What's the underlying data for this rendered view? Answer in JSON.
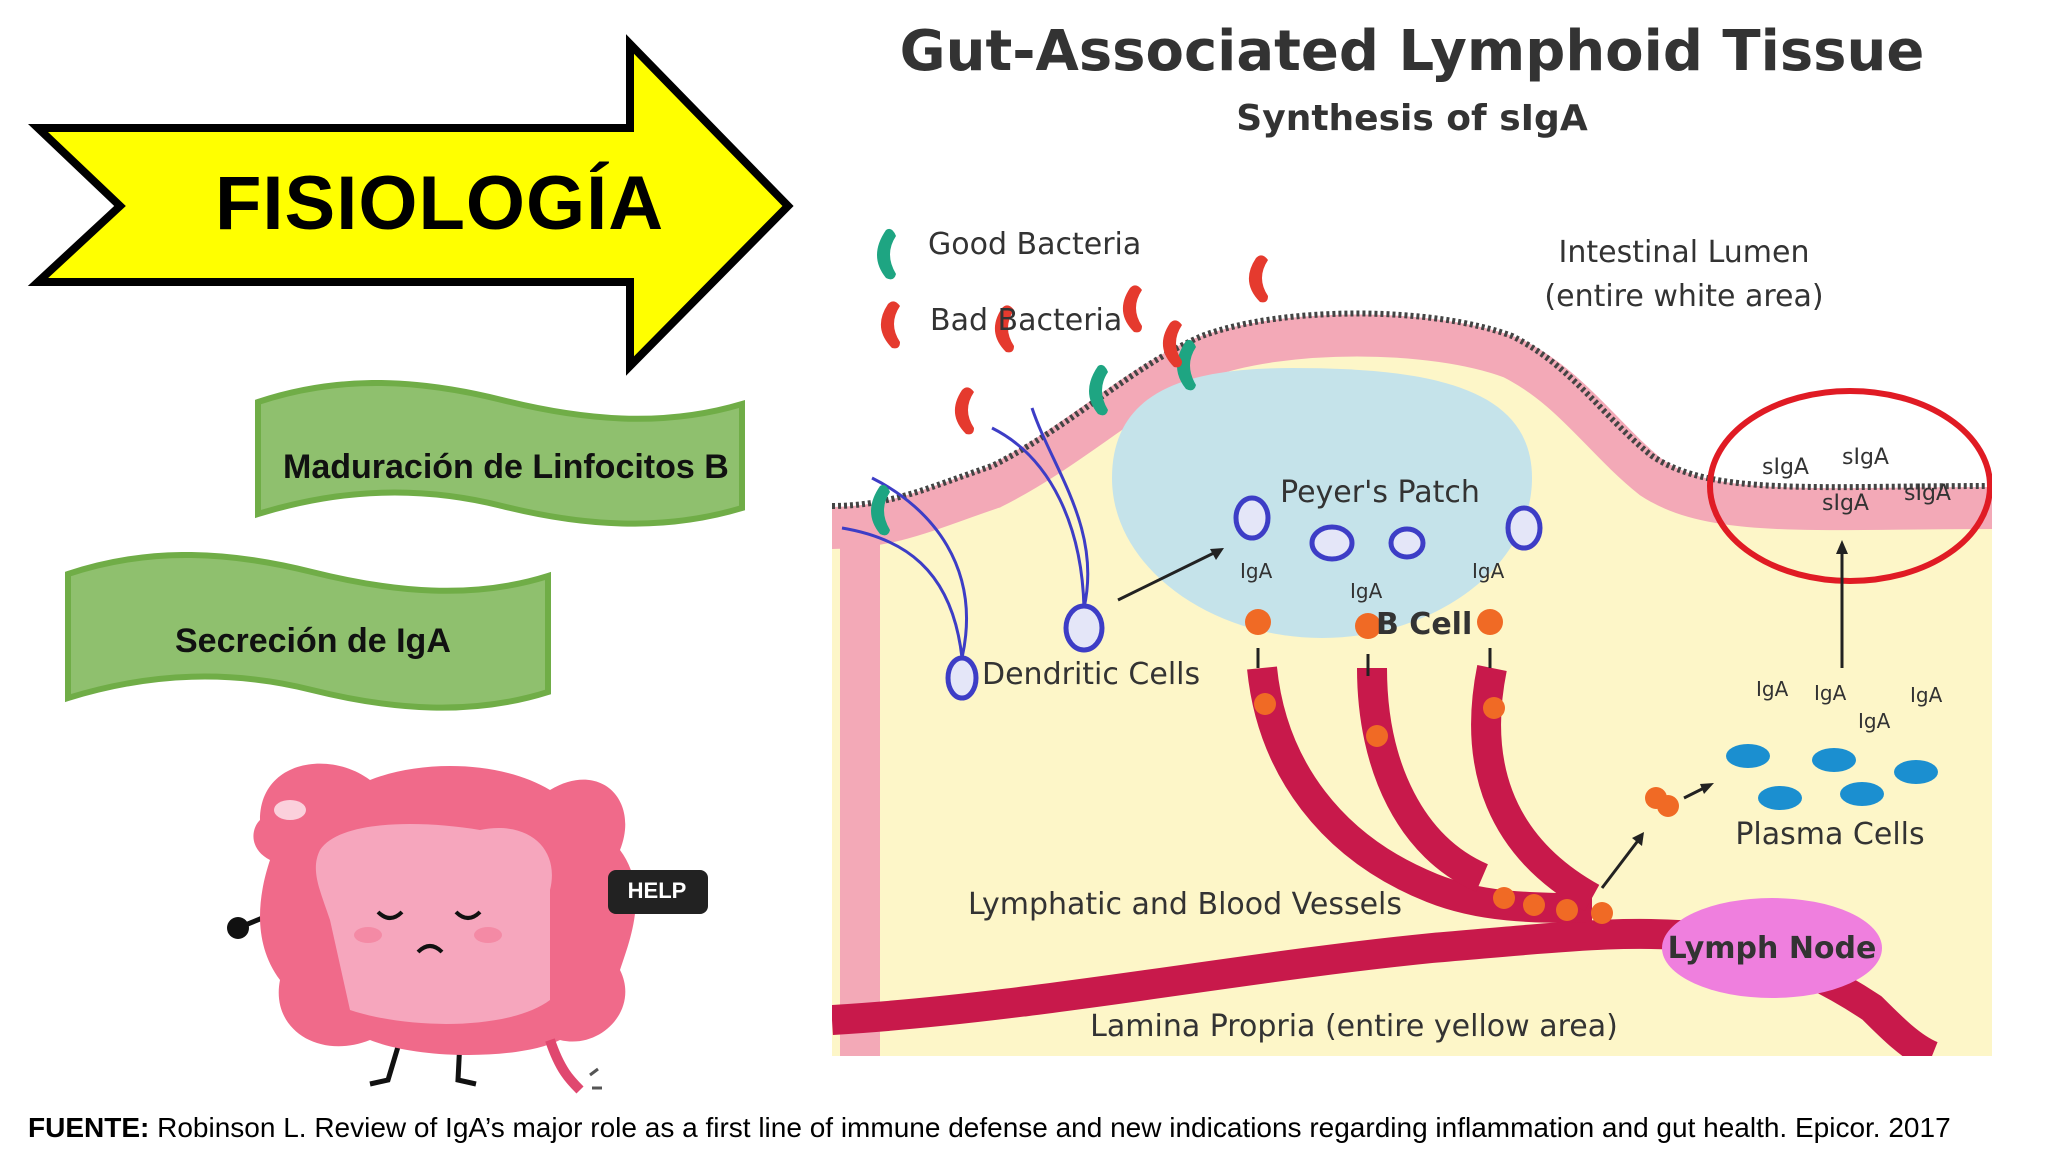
{
  "slide": {
    "arrow_title": "FISIOLOGÍA",
    "banners": [
      {
        "label": "Maduración de Linfocitos B"
      },
      {
        "label": "Secreción de IgA"
      }
    ],
    "mascot_sign": "HELP",
    "source_label": "FUENTE:",
    "source_text": "Robinson L. Review of IgA’s major role as a first line of immune defense and new indications regarding inflammation and gut health. Epicor. 2017"
  },
  "diagram": {
    "title": "Gut-Associated Lymphoid Tissue",
    "subtitle": "Synthesis of sIgA",
    "legend": {
      "good": "Good Bacteria",
      "bad": "Bad Bacteria"
    },
    "lumen_label_1": "Intestinal Lumen",
    "lumen_label_2": "(entire white area)",
    "peyers_patch": "Peyer's Patch",
    "b_cell": "B Cell",
    "dendritic_cells": "Dendritic Cells",
    "plasma_cells": "Plasma Cells",
    "vessels": "Lymphatic and Blood Vessels",
    "lymph_node": "Lymph Node",
    "lamina_propria": "Lamina Propria (entire yellow area)",
    "iga": "IgA",
    "siga": "sIgA"
  },
  "colors": {
    "arrow_fill": "#ffff00",
    "banner_fill": "#8fc06e",
    "banner_border": "#70ad47",
    "lamina": "#fdf6c8",
    "epithelium": "#f3a9b7",
    "vessel": "#c8194b",
    "patch": "#c5e3ea",
    "good_bacteria": "#1ea582",
    "bad_bacteria": "#e53a2e",
    "highlight_circle": "#e01b24",
    "plasma": "#1b8fd0",
    "b_cell": "#f06a25"
  }
}
